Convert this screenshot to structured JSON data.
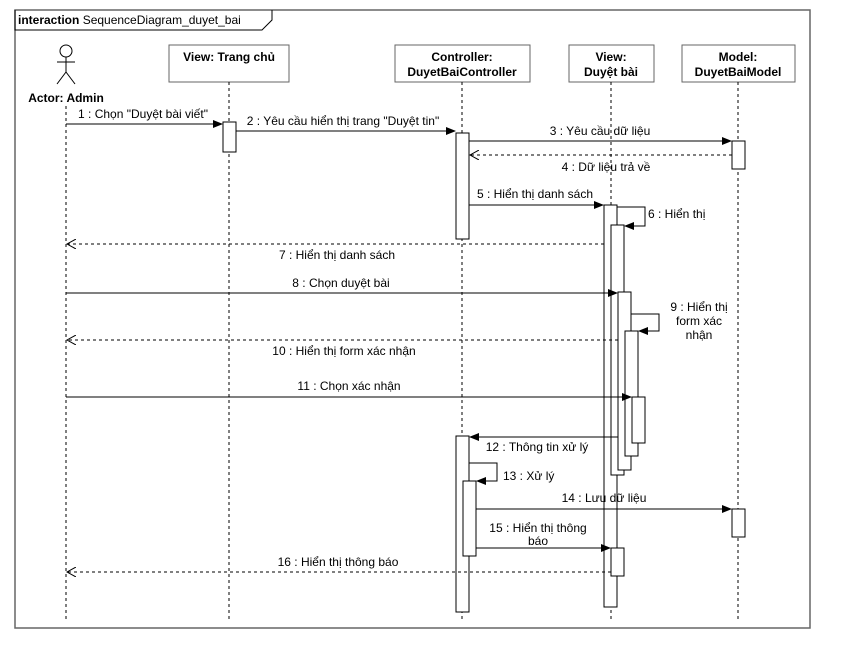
{
  "frame": {
    "keyword": "interaction",
    "name": "SequenceDiagram_duyet_bai"
  },
  "actor": {
    "label": "Actor: Admin"
  },
  "lifelines": [
    {
      "line1": "View: Trang chủ",
      "line2": ""
    },
    {
      "line1": "Controller:",
      "line2": "DuyetBaiController"
    },
    {
      "line1": "View:",
      "line2": "Duyệt bài"
    },
    {
      "line1": "Model:",
      "line2": "DuyetBaiModel"
    }
  ],
  "messages": [
    {
      "text": "1 : Chọn \"Duyệt bài viết\"",
      "kind": "sync"
    },
    {
      "text": "2 : Yêu cầu hiển thị trang \"Duyệt tin\"",
      "kind": "sync"
    },
    {
      "text": "3 : Yêu cầu dữ liệu",
      "kind": "sync"
    },
    {
      "text": "4 : Dữ liệu trả về",
      "kind": "return"
    },
    {
      "text": "5 : Hiển thị danh sách",
      "kind": "sync"
    },
    {
      "text": "6 : Hiển thị",
      "kind": "self"
    },
    {
      "text": "7 : Hiển thị danh sách",
      "kind": "return"
    },
    {
      "text": "8 : Chọn duyệt bài",
      "kind": "sync"
    },
    {
      "text": "9 : Hiển thị",
      "text2": "form xác",
      "text3": "nhận",
      "kind": "self"
    },
    {
      "text": "10 : Hiển thị form xác nhận",
      "kind": "return"
    },
    {
      "text": "11 : Chọn xác nhận",
      "kind": "sync"
    },
    {
      "text": "12 : Thông tin xử lý",
      "kind": "sync"
    },
    {
      "text": "13 : Xử lý",
      "kind": "self"
    },
    {
      "text": "14 : Lưu dữ liệu",
      "kind": "sync"
    },
    {
      "text": "15 : Hiển thị thông",
      "text2": "báo",
      "kind": "sync"
    },
    {
      "text": "16 : Hiển thị thông báo",
      "kind": "return"
    }
  ]
}
